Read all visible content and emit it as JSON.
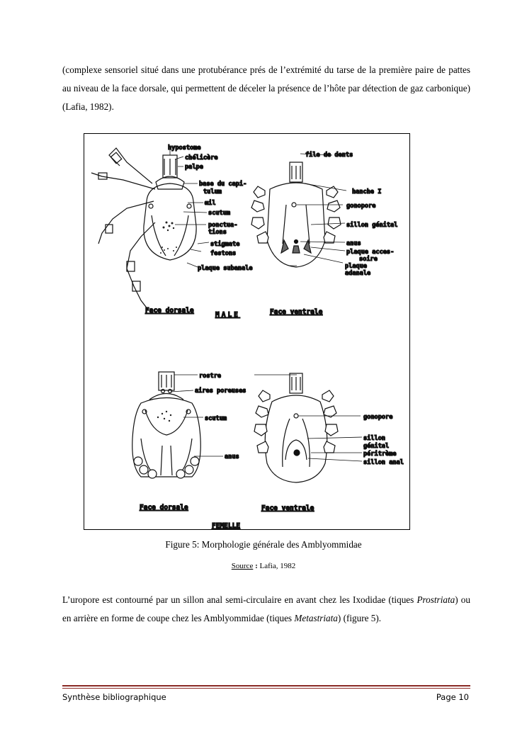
{
  "paragraph_top": "(complexe sensoriel situé dans une protubérance prés de l’extrémité du tarse de la première paire de pattes au niveau de la face dorsale, qui permettent de déceler la présence de l’hôte par détection de gaz carbonique) (Lafia, 1982).",
  "figure": {
    "labels": {
      "hypostome": "hypostome",
      "chelicere": "chélicère",
      "palpe": "palpe",
      "base1": "base du capi-",
      "base2": "tulum",
      "oeil": "œil",
      "scutum_m": "scutum",
      "ponct1": "ponctua-",
      "ponct2": "tions",
      "stigmate": "stigmate",
      "festons": "festons",
      "plaque_subanale": "plaque subanale",
      "file_dents": "file de dents",
      "hanche": "hanche I",
      "gonopore_m": "gonopore",
      "sillon_genital_m": "sillon génital",
      "anus_m": "anus",
      "plaque_acc1": "plaque acces-",
      "plaque_acc2": "soire",
      "plaque_ad1": "plaque",
      "plaque_ad2": "adanale",
      "face_dorsale_m": "Face dorsale",
      "male": "MALE",
      "face_ventrale_m": "Face ventrale",
      "rostre": "rostre",
      "aires": "aires poreuses",
      "scutum_f": "scutum",
      "anus_f": "anus",
      "gonopore_f": "gonopore",
      "sillon1": "sillon",
      "sillon2": "génital",
      "peritreme": "péritrème",
      "sillon_anal": "sillon anal",
      "face_dorsale_f": "Face dorsale",
      "face_ventrale_f": "Face ventrale",
      "femelle": "FEMELLE"
    }
  },
  "caption": "Figure 5: Morphologie générale des Amblyommidae",
  "source": {
    "label": "Source",
    "sep": " : ",
    "text": "Lafia, 1982"
  },
  "paragraph_bottom": [
    {
      "text": "L’uropore est contourné par un sillon anal semi-circulaire en avant chez les Ixodidae (tiques ",
      "italic": false
    },
    {
      "text": "Prostriata",
      "italic": true
    },
    {
      "text": ") ou en arrière en forme de coupe chez les Amblyommidae (tiques ",
      "italic": false
    },
    {
      "text": "Metastriata",
      "italic": true
    },
    {
      "text": ") (figure 5).",
      "italic": false
    }
  ],
  "footer": {
    "left": "Synthèse bibliographique",
    "right": "Page 10"
  }
}
